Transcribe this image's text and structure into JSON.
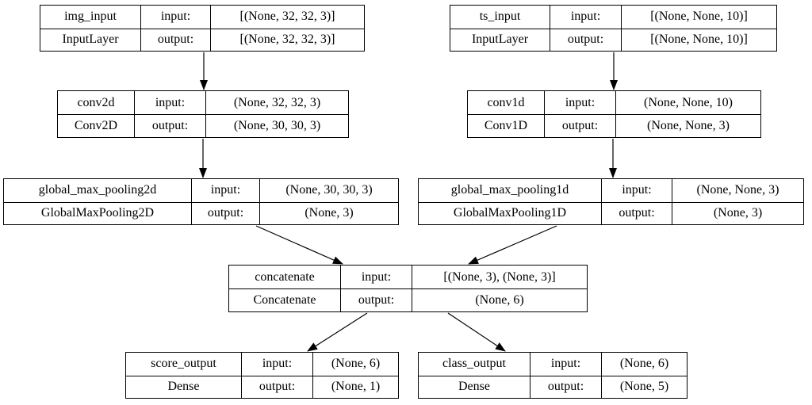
{
  "diagram": {
    "kind": "keras-model-plot",
    "background_color": "#ffffff",
    "line_color": "#000000",
    "text_color": "#000000"
  },
  "nodes": [
    {
      "id": "img_input",
      "name": "img_input",
      "layer_type": "InputLayer",
      "input_label": "input:",
      "output_label": "output:",
      "input_shape": "[(None, 32, 32, 3)]",
      "output_shape": "[(None, 32, 32, 3)]"
    },
    {
      "id": "ts_input",
      "name": "ts_input",
      "layer_type": "InputLayer",
      "input_label": "input:",
      "output_label": "output:",
      "input_shape": "[(None, None, 10)]",
      "output_shape": "[(None, None, 10)]"
    },
    {
      "id": "conv2d",
      "name": "conv2d",
      "layer_type": "Conv2D",
      "input_label": "input:",
      "output_label": "output:",
      "input_shape": "(None, 32, 32, 3)",
      "output_shape": "(None, 30, 30, 3)"
    },
    {
      "id": "conv1d",
      "name": "conv1d",
      "layer_type": "Conv1D",
      "input_label": "input:",
      "output_label": "output:",
      "input_shape": "(None, None, 10)",
      "output_shape": "(None, None, 3)"
    },
    {
      "id": "global_max_pooling2d",
      "name": "global_max_pooling2d",
      "layer_type": "GlobalMaxPooling2D",
      "input_label": "input:",
      "output_label": "output:",
      "input_shape": "(None, 30, 30, 3)",
      "output_shape": "(None, 3)"
    },
    {
      "id": "global_max_pooling1d",
      "name": "global_max_pooling1d",
      "layer_type": "GlobalMaxPooling1D",
      "input_label": "input:",
      "output_label": "output:",
      "input_shape": "(None, None, 3)",
      "output_shape": "(None, 3)"
    },
    {
      "id": "concatenate",
      "name": "concatenate",
      "layer_type": "Concatenate",
      "input_label": "input:",
      "output_label": "output:",
      "input_shape": "[(None, 3), (None, 3)]",
      "output_shape": "(None, 6)"
    },
    {
      "id": "score_output",
      "name": "score_output",
      "layer_type": "Dense",
      "input_label": "input:",
      "output_label": "output:",
      "input_shape": "(None, 6)",
      "output_shape": "(None, 1)"
    },
    {
      "id": "class_output",
      "name": "class_output",
      "layer_type": "Dense",
      "input_label": "input:",
      "output_label": "output:",
      "input_shape": "(None, 6)",
      "output_shape": "(None, 5)"
    }
  ],
  "edges": [
    {
      "from": "img_input",
      "to": "conv2d"
    },
    {
      "from": "ts_input",
      "to": "conv1d"
    },
    {
      "from": "conv2d",
      "to": "global_max_pooling2d"
    },
    {
      "from": "conv1d",
      "to": "global_max_pooling1d"
    },
    {
      "from": "global_max_pooling2d",
      "to": "concatenate"
    },
    {
      "from": "global_max_pooling1d",
      "to": "concatenate"
    },
    {
      "from": "concatenate",
      "to": "score_output"
    },
    {
      "from": "concatenate",
      "to": "class_output"
    }
  ]
}
